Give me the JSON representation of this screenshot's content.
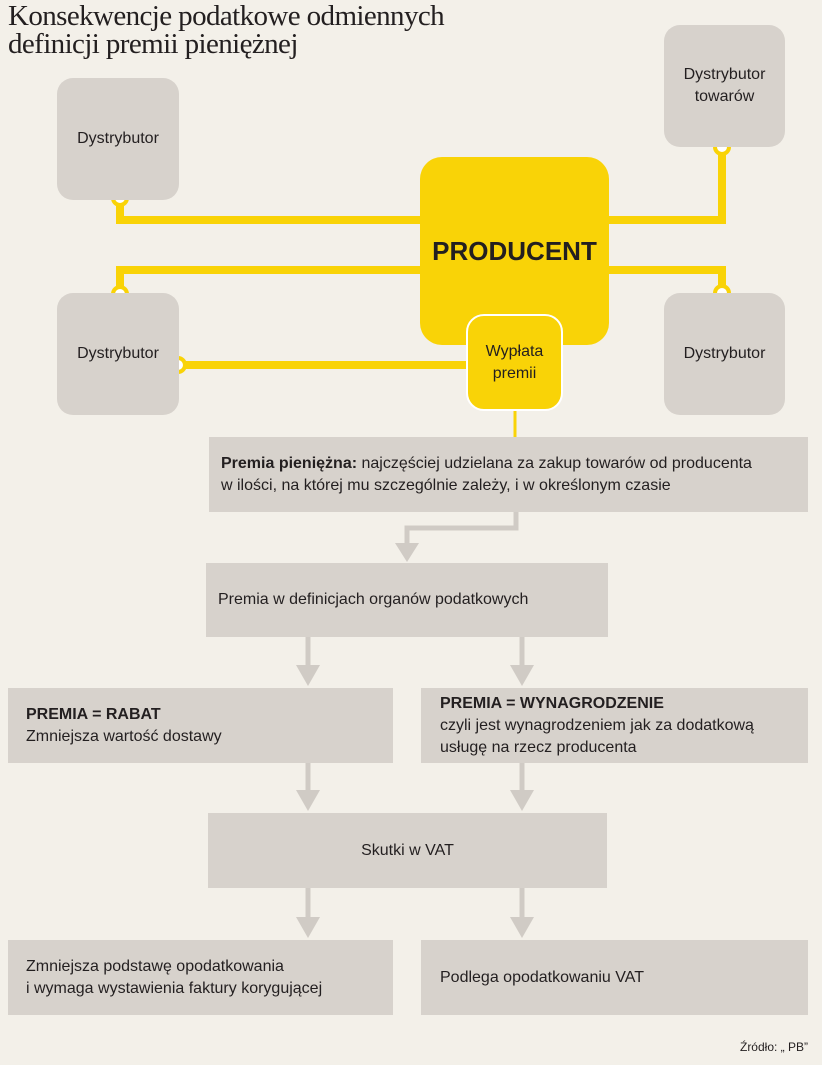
{
  "title_line1": "Konsekwencje podatkowe odmiennych",
  "title_line2": "definicji premii pieniężnej",
  "nodes": {
    "distributor_top_left": "Dystrybutor",
    "distributor_goods_line1": "Dystrybutor",
    "distributor_goods_line2": "towarów",
    "distributor_bottom_left": "Dystrybutor",
    "distributor_bottom_right": "Dystrybutor",
    "producer": "PRODUCENT",
    "payout_line1": "Wypłata",
    "payout_line2": "premii"
  },
  "definition": {
    "term": "Premia pieniężna:",
    "text_line1": " najczęściej udzielana za zakup towarów od producenta",
    "text_line2": "w ilości, na której mu szczególnie zależy, i w określonym czasie"
  },
  "tax_definitions": "Premia w definicjach organów podatkowych",
  "rabat": {
    "heading": "PREMIA = RABAT",
    "text": "Zmniejsza wartość dostawy"
  },
  "wynagrodzenie": {
    "heading": "PREMIA = WYNAGRODZENIE",
    "text_line1": "czyli jest wynagrodzeniem jak za dodatkową",
    "text_line2": "usługę na rzecz producenta"
  },
  "vat_effects": "Skutki w VAT",
  "outcome_left": {
    "line1": "Zmniejsza podstawę opodatkowania",
    "line2": "i wymaga wystawienia faktury korygującej"
  },
  "outcome_right": "Podlega opodatkowaniu VAT",
  "source": "Źródło: „ PB”",
  "colors": {
    "yellow": "#f9d307",
    "gray": "#d7d2cc",
    "arrow": "#d0cbc5",
    "background": "#f3f0e9"
  }
}
